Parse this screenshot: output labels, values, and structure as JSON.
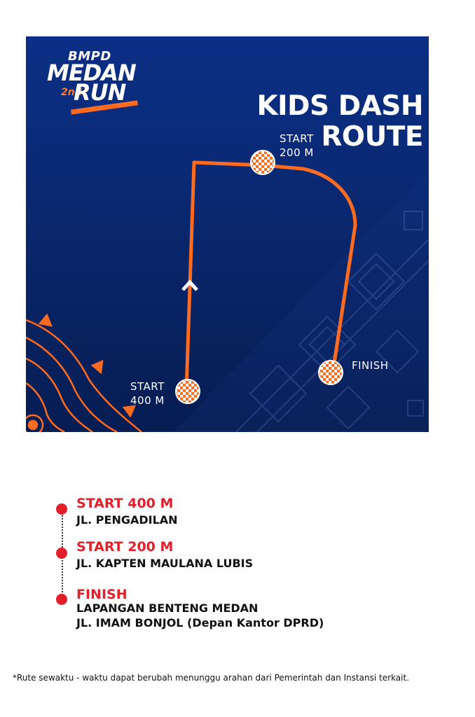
{
  "logo": {
    "line1": "BMPD",
    "line2": "MEDAN",
    "line3": "RUN",
    "edition": "2nd"
  },
  "map": {
    "title": "KIDS DASH ROUTE",
    "labels": {
      "start200_line1": "START",
      "start200_line2": "200 M",
      "start400_line1": "START",
      "start400_line2": "400 M",
      "finish": "FINISH"
    },
    "colors": {
      "background": "#0a286f",
      "route": "#ff6b21",
      "arrow": "#ffffff"
    }
  },
  "legend": {
    "items": [
      {
        "title": "START 400 M",
        "lines": [
          "JL. PENGADILAN"
        ]
      },
      {
        "title": "START 200 M",
        "lines": [
          "JL. KAPTEN MAULANA LUBIS"
        ]
      },
      {
        "title": "FINISH",
        "lines": [
          "LAPANGAN BENTENG MEDAN",
          "JL. IMAM BONJOL (Depan Kantor DPRD)"
        ]
      }
    ],
    "colors": {
      "bullet": "#e3202a",
      "heading": "#e3202a"
    }
  },
  "footnote": "*Rute sewaktu - waktu dapat berubah menunggu arahan dari Pemerintah dan Instansi terkait."
}
